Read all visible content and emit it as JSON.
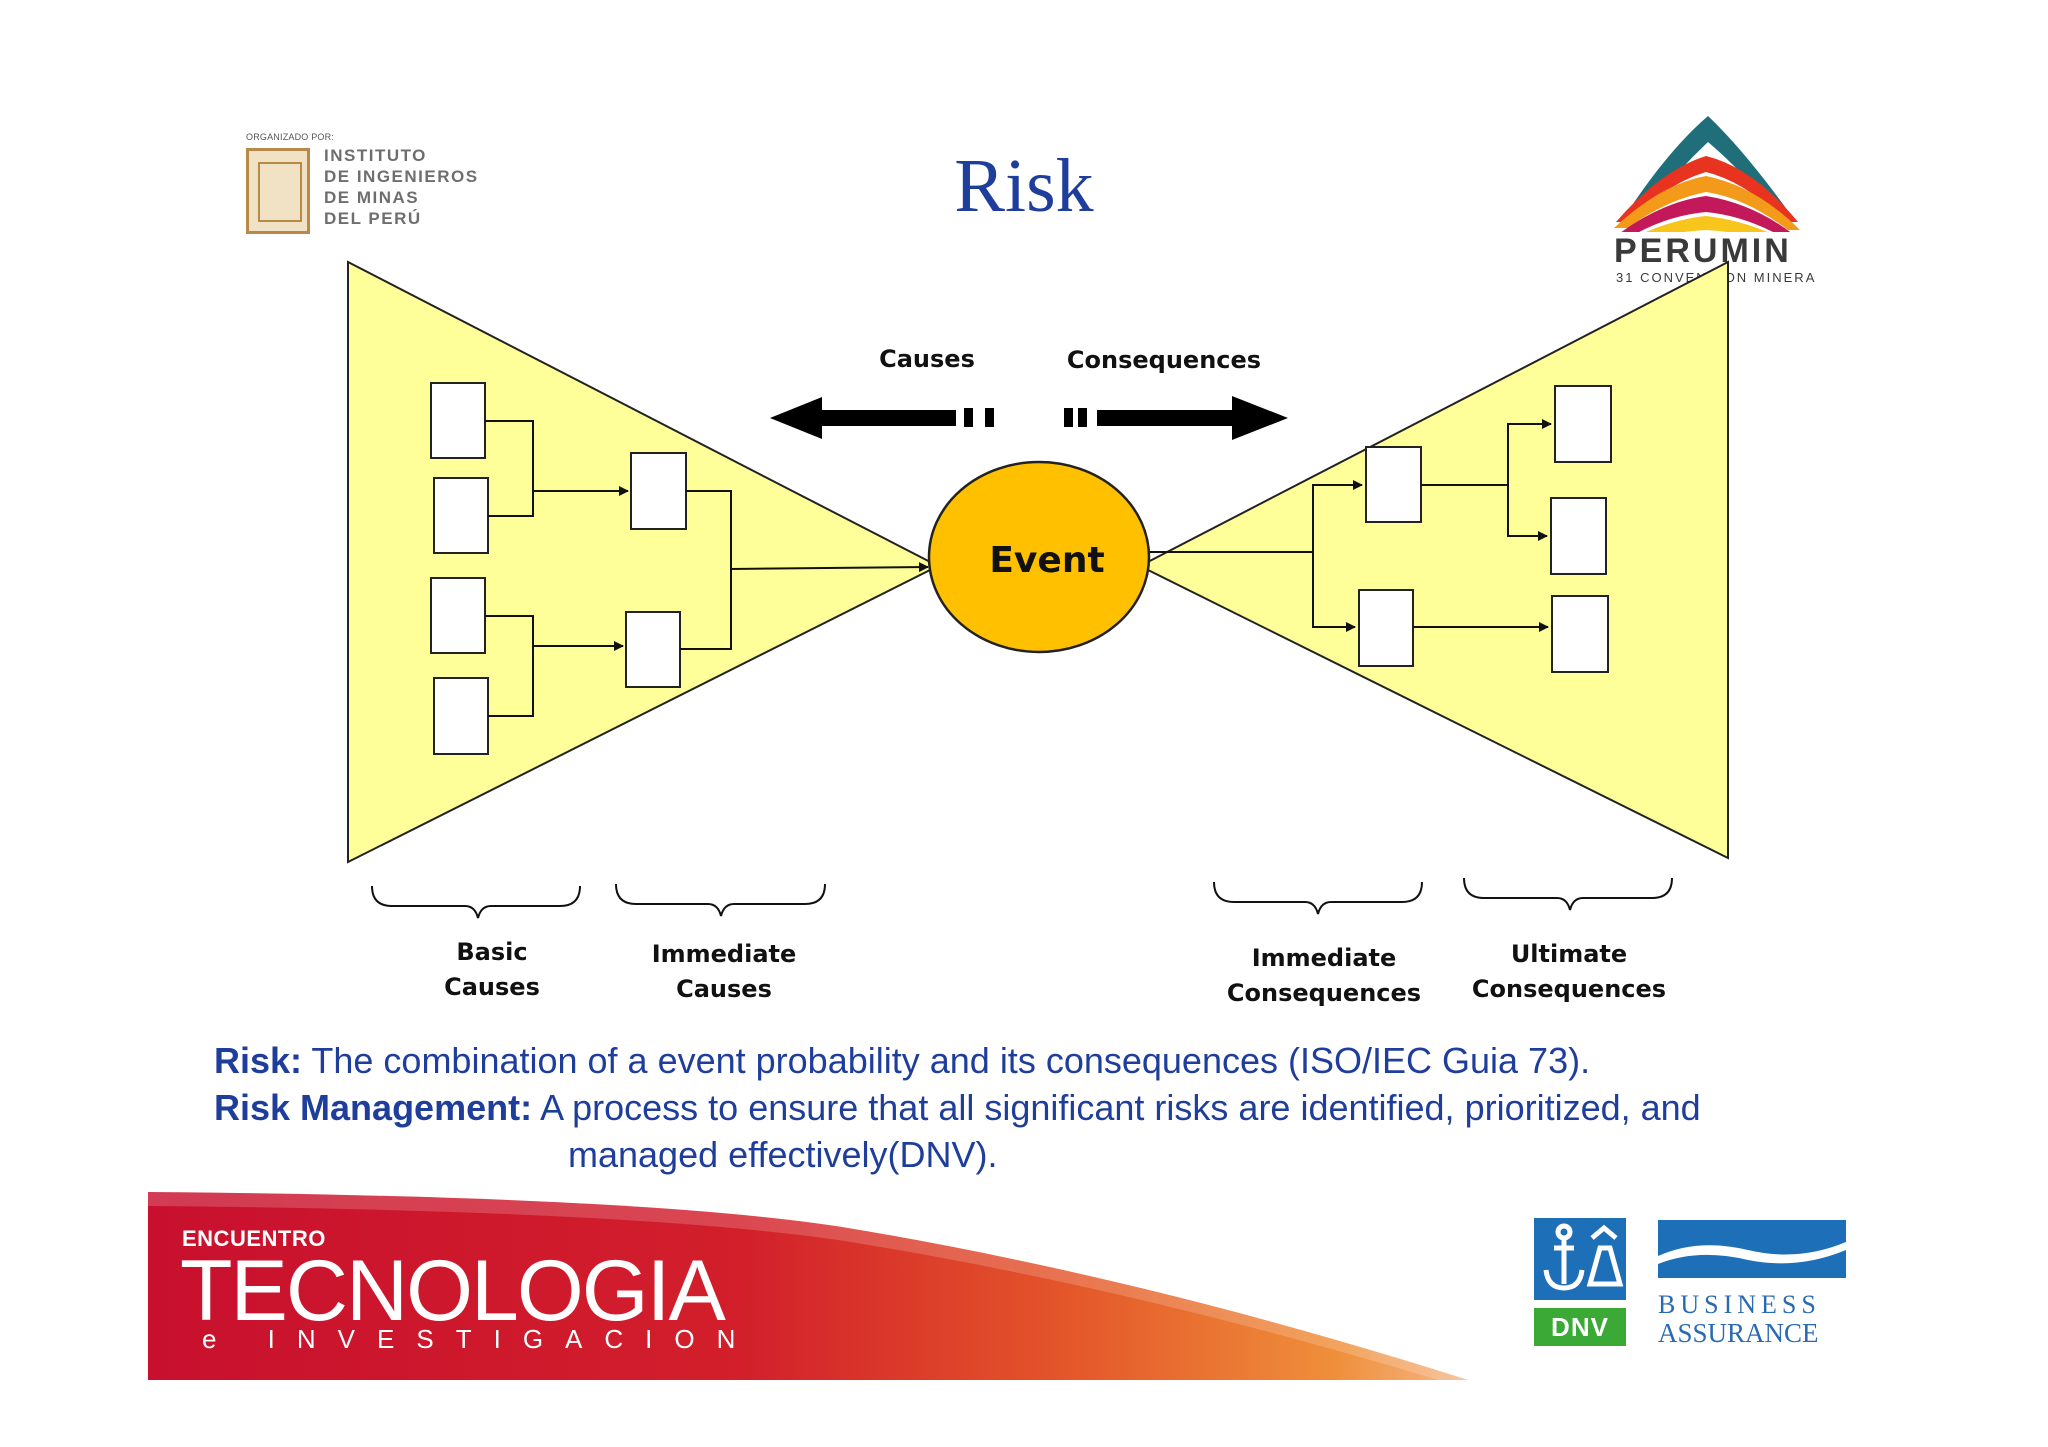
{
  "title": "Risk",
  "institute": {
    "organized_by": "ORGANIZADO POR:",
    "lines": [
      "INSTITUTO",
      "DE INGENIEROS",
      "DE MINAS",
      "DEL PERÚ"
    ]
  },
  "perumin": {
    "name": "PERUMIN",
    "subtitle": "31 CONVENCION MINERA"
  },
  "diagram": {
    "event": "Event",
    "arrow_left_label": "Causes",
    "arrow_right_label": "Consequences",
    "groups": {
      "basic_causes": [
        "Basic",
        "Causes"
      ],
      "immediate_causes": [
        "Immediate",
        "Causes"
      ],
      "immediate_consequences": [
        "Immediate",
        "Consequences"
      ],
      "ultimate_consequences": [
        "Ultimate",
        "Consequences"
      ]
    },
    "colors": {
      "triangle_fill": "#ffff99",
      "event_fill": "#ffc000"
    }
  },
  "definitions": {
    "risk_term": "Risk:",
    "risk_text": " The combination of a event probability and its consequences (ISO/IEC Guia 73).",
    "rm_term": "Risk Management:",
    "rm_text": " A process to ensure that all significant risks are identified, prioritized, and",
    "rm_text_cont": "managed effectively(DNV)."
  },
  "footer": {
    "encuentro": "ENCUENTRO",
    "tecnologia": "TECNOLOGIA",
    "investigacion": "e INVESTIGACION",
    "dnv": "DNV",
    "business": "BUSINESS",
    "assurance": "ASSURANCE"
  }
}
